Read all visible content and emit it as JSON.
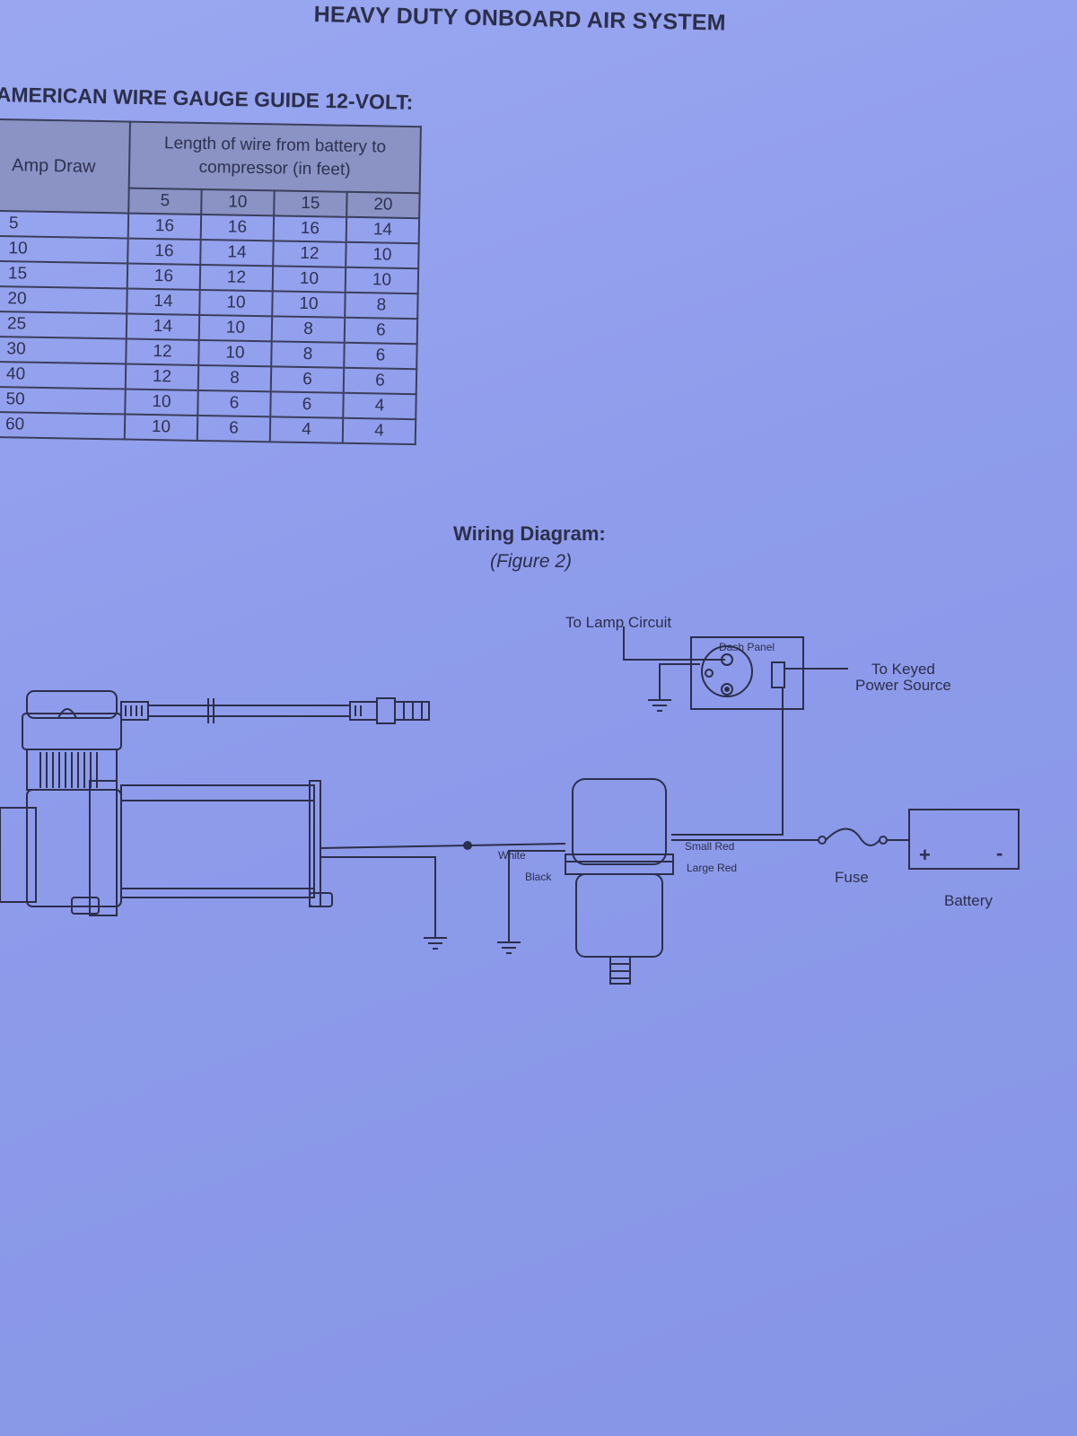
{
  "document": {
    "title": "HEAVY DUTY ONBOARD AIR SYSTEM",
    "guide_title": "AMERICAN WIRE GAUGE GUIDE 12-VOLT:"
  },
  "gauge_table": {
    "amp_header": "Amp Draw",
    "length_header": "Length of wire from battery to compressor (in feet)",
    "lengths": [
      "5",
      "10",
      "15",
      "20"
    ],
    "rows": [
      {
        "amp": "5",
        "values": [
          "16",
          "16",
          "16",
          "14"
        ]
      },
      {
        "amp": "10",
        "values": [
          "16",
          "14",
          "12",
          "10"
        ]
      },
      {
        "amp": "15",
        "values": [
          "16",
          "12",
          "10",
          "10"
        ]
      },
      {
        "amp": "20",
        "values": [
          "14",
          "10",
          "10",
          "8"
        ]
      },
      {
        "amp": "25",
        "values": [
          "14",
          "10",
          "8",
          "6"
        ]
      },
      {
        "amp": "30",
        "values": [
          "12",
          "10",
          "8",
          "6"
        ]
      },
      {
        "amp": "40",
        "values": [
          "12",
          "8",
          "6",
          "6"
        ]
      },
      {
        "amp": "50",
        "values": [
          "10",
          "6",
          "6",
          "4"
        ]
      },
      {
        "amp": "60",
        "values": [
          "10",
          "6",
          "4",
          "4"
        ]
      }
    ]
  },
  "wiring_diagram": {
    "title": "Wiring Diagram:",
    "subtitle": "(Figure 2)",
    "labels": {
      "lamp_circuit": "To Lamp Circuit",
      "dash_panel": "Dash Panel",
      "keyed_power_1": "To Keyed",
      "keyed_power_2": "Power Source",
      "white": "White",
      "black": "Black",
      "small_red": "Small Red",
      "large_red": "Large Red",
      "fuse": "Fuse",
      "battery": "Battery",
      "plus": "+",
      "minus": "-"
    }
  },
  "colors": {
    "paper": "#8f9cec",
    "ink": "#2b2f4a",
    "table_header": "#8a93c4"
  }
}
